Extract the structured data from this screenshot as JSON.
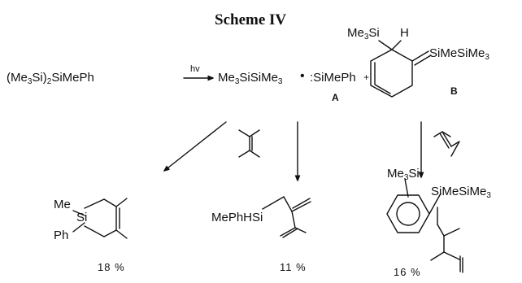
{
  "scheme": {
    "title": "Scheme IV",
    "reactant": {
      "p1": "(Me",
      "s1": "3",
      "p2": "Si)",
      "s2": "2",
      "p3": "SiMePh"
    },
    "hv": "hv",
    "product_disilane": {
      "p1": "Me",
      "s1": "3",
      "p2": "SiSiMe",
      "s2": "3"
    },
    "bullet": "•",
    "silylene": {
      "formula": ":SiMePh",
      "label": "A"
    },
    "plus": "+",
    "intermediate_b": {
      "me3si": {
        "p1": "Me",
        "s1": "3",
        "p2": "Si"
      },
      "h": "H",
      "exo": {
        "p1": "SiMeSiMe",
        "s1": "3"
      },
      "label": "B"
    },
    "product_left": {
      "me": "Me",
      "si": "Si",
      "ph": "Ph",
      "yield": "18 %"
    },
    "product_middle": {
      "text": "MePhHSi",
      "yield": "11 %"
    },
    "product_right": {
      "me3si": {
        "p1": "Me",
        "s1": "3",
        "p2": "Si"
      },
      "side": {
        "p1": "SiMeSiMe",
        "s1": "3"
      },
      "yield": "16 %"
    }
  }
}
